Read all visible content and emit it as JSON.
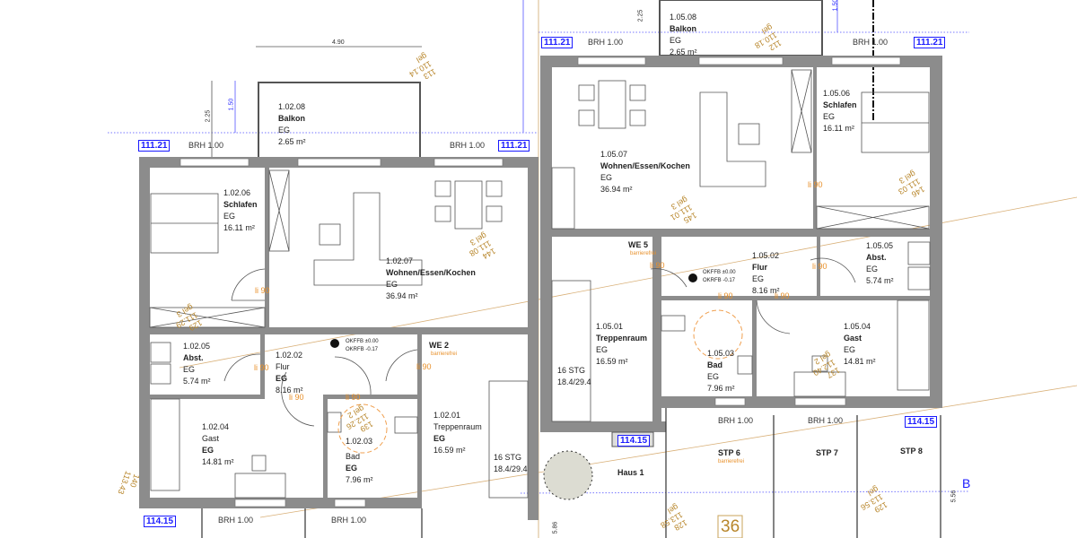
{
  "elevations": {
    "top": "111.21",
    "bottom": "114.15"
  },
  "brh": "BRH 1.00",
  "door_swing": "li 90",
  "dimensions": {
    "balcony_width": "4.90",
    "balcony_depth": "2.25",
    "balcony_depth_blue": "1.50",
    "side_right": "5.56",
    "side_bottom": "5.86"
  },
  "floor_ref": {
    "okffb": "OKFFB ±0.00",
    "okrfb": "OKRFB -0.17"
  },
  "units": {
    "we2": {
      "label": "WE 2",
      "note": "barrierefrei"
    },
    "we5": {
      "label": "WE 5",
      "note": "barrierefrei"
    }
  },
  "rooms_left": [
    {
      "number": "1.02.08",
      "name": "Balkon",
      "floor": "EG",
      "area": "2.65 m²"
    },
    {
      "number": "1.02.06",
      "name": "Schlafen",
      "floor": "EG",
      "area": "16.11 m²"
    },
    {
      "number": "1.02.07",
      "name": "Wohnen/Essen/Kochen",
      "floor": "EG",
      "area": "36.94 m²"
    },
    {
      "number": "1.02.05",
      "name": "Abst.",
      "floor": "EG",
      "area": "5.74 m²"
    },
    {
      "number": "1.02.02",
      "name": "Flur",
      "floor": "EG",
      "area": "8.16 m²"
    },
    {
      "number": "1.02.04",
      "name": "Gast",
      "floor": "EG",
      "area": "14.81 m²"
    },
    {
      "number": "1.02.03",
      "name": "Bad",
      "floor": "EG",
      "area": "7.96 m²"
    },
    {
      "number": "1.02.01",
      "name": "Treppenraum",
      "floor": "EG",
      "area": "16.59 m²"
    }
  ],
  "rooms_right": [
    {
      "number": "1.05.08",
      "name": "Balkon",
      "floor": "EG",
      "area": "2.65 m²"
    },
    {
      "number": "1.05.07",
      "name": "Wohnen/Essen/Kochen",
      "floor": "EG",
      "area": "36.94 m²"
    },
    {
      "number": "1.05.06",
      "name": "Schlafen",
      "floor": "EG",
      "area": "16.11 m²"
    },
    {
      "number": "1.05.02",
      "name": "Flur",
      "floor": "EG",
      "area": "8.16 m²"
    },
    {
      "number": "1.05.05",
      "name": "Abst.",
      "floor": "EG",
      "area": "5.74 m²"
    },
    {
      "number": "1.05.01",
      "name": "Treppenraum",
      "floor": "EG",
      "area": "16.59 m²"
    },
    {
      "number": "1.05.03",
      "name": "Bad",
      "floor": "EG",
      "area": "7.96 m²"
    },
    {
      "number": "1.05.04",
      "name": "Gast",
      "floor": "EG",
      "area": "14.81 m²"
    }
  ],
  "stairs": {
    "steps": "16 STG",
    "ratio": "18.4/29.4"
  },
  "outside": {
    "haus": "Haus 1",
    "stp6": "STP 6",
    "stp6_note": "barrierefrei",
    "stp7": "STP 7",
    "stp8": "STP 8",
    "number": "36",
    "edge_label": "B"
  },
  "spot_heights": [
    "113\n110.14\ngel",
    "144\n111.08\ngel 3",
    "129\n111.29\ngel 3",
    "139\n112.26\ngel 2",
    "140\n113.43",
    "112\n110.18\ngel",
    "145\n111.01\ngel 3",
    "146\n111.03\ngel 3",
    "137\n112.40\ngel 2",
    "128\n113.58\ngel",
    "129\n113.56\ngel"
  ],
  "colors": {
    "wall": "#8c8c8c",
    "elevation": "#1a1aff",
    "annotation": "#e8902a",
    "terrain": "#c9a35a"
  }
}
